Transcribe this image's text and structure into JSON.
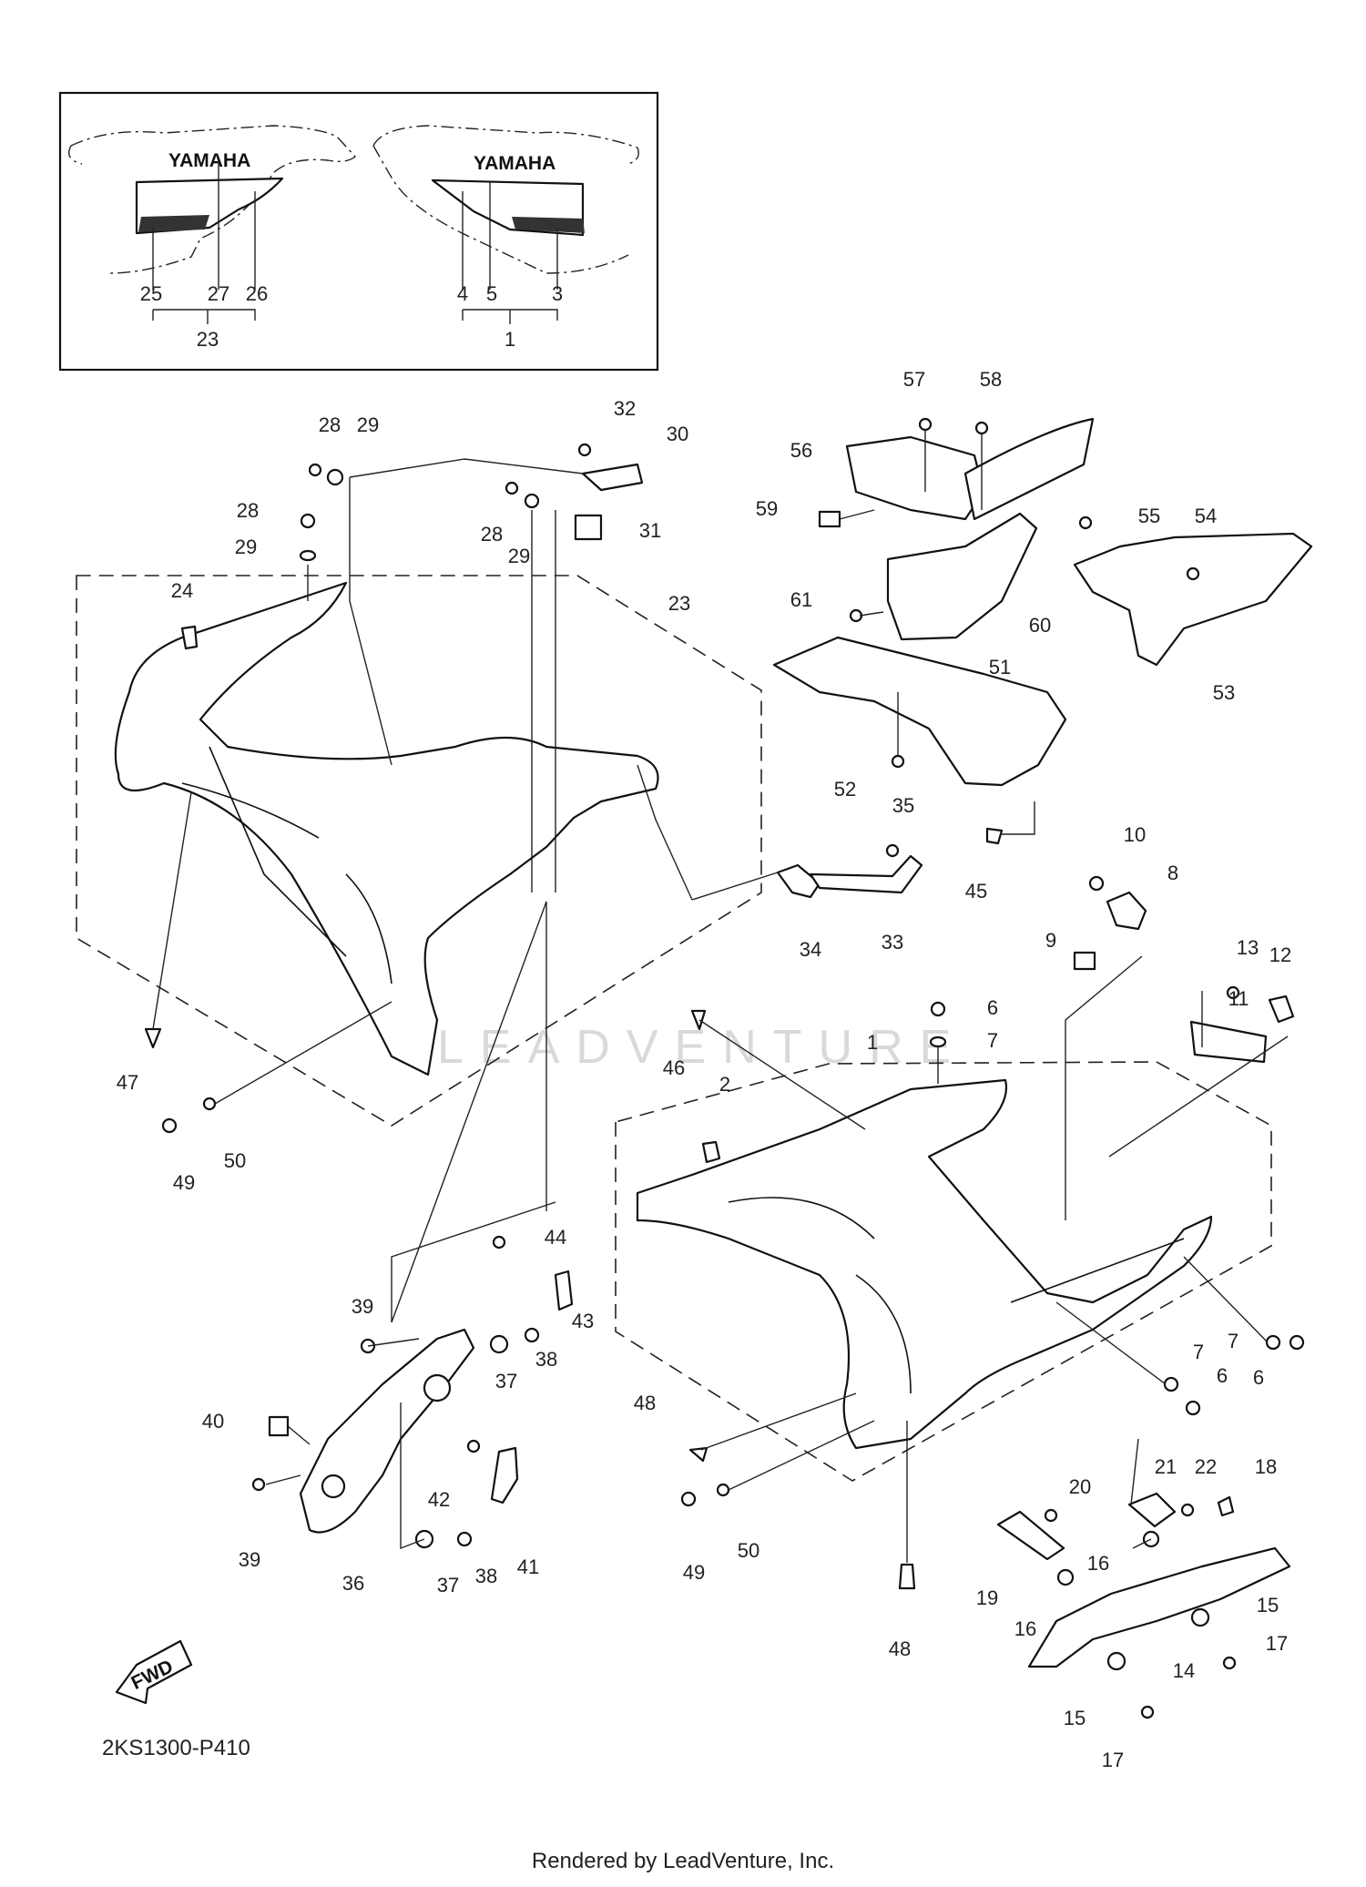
{
  "inset": {
    "logo_left": "YAMAHA",
    "logo_right": "YAMAHA"
  },
  "callouts": [
    {
      "id": "c25",
      "text": "25"
    },
    {
      "id": "c27",
      "text": "27"
    },
    {
      "id": "c26",
      "text": "26"
    },
    {
      "id": "c23a",
      "text": "23"
    },
    {
      "id": "c4",
      "text": "4"
    },
    {
      "id": "c5",
      "text": "5"
    },
    {
      "id": "c3",
      "text": "3"
    },
    {
      "id": "c1a",
      "text": "1"
    },
    {
      "id": "c28a",
      "text": "28"
    },
    {
      "id": "c29a",
      "text": "29"
    },
    {
      "id": "c28b",
      "text": "28"
    },
    {
      "id": "c29b",
      "text": "29"
    },
    {
      "id": "c32",
      "text": "32"
    },
    {
      "id": "c30",
      "text": "30"
    },
    {
      "id": "c28c",
      "text": "28"
    },
    {
      "id": "c29c",
      "text": "29"
    },
    {
      "id": "c31",
      "text": "31"
    },
    {
      "id": "c24",
      "text": "24"
    },
    {
      "id": "c23b",
      "text": "23"
    },
    {
      "id": "c47",
      "text": "47"
    },
    {
      "id": "c49a",
      "text": "49"
    },
    {
      "id": "c50a",
      "text": "50"
    },
    {
      "id": "c57",
      "text": "57"
    },
    {
      "id": "c58",
      "text": "58"
    },
    {
      "id": "c56",
      "text": "56"
    },
    {
      "id": "c59",
      "text": "59"
    },
    {
      "id": "c55",
      "text": "55"
    },
    {
      "id": "c54",
      "text": "54"
    },
    {
      "id": "c61",
      "text": "61"
    },
    {
      "id": "c60",
      "text": "60"
    },
    {
      "id": "c53",
      "text": "53"
    },
    {
      "id": "c51",
      "text": "51"
    },
    {
      "id": "c52",
      "text": "52"
    },
    {
      "id": "c35",
      "text": "35"
    },
    {
      "id": "c45",
      "text": "45"
    },
    {
      "id": "c10",
      "text": "10"
    },
    {
      "id": "c8",
      "text": "8"
    },
    {
      "id": "c9",
      "text": "9"
    },
    {
      "id": "c13",
      "text": "13"
    },
    {
      "id": "c12",
      "text": "12"
    },
    {
      "id": "c11",
      "text": "11"
    },
    {
      "id": "c34",
      "text": "34"
    },
    {
      "id": "c33",
      "text": "33"
    },
    {
      "id": "c6a",
      "text": "6"
    },
    {
      "id": "c7a",
      "text": "7"
    },
    {
      "id": "c46",
      "text": "46"
    },
    {
      "id": "c1b",
      "text": "1"
    },
    {
      "id": "c2",
      "text": "2"
    },
    {
      "id": "c44",
      "text": "44"
    },
    {
      "id": "c39a",
      "text": "39"
    },
    {
      "id": "c38a",
      "text": "38"
    },
    {
      "id": "c43",
      "text": "43"
    },
    {
      "id": "c37a",
      "text": "37"
    },
    {
      "id": "c40",
      "text": "40"
    },
    {
      "id": "c48a",
      "text": "48"
    },
    {
      "id": "c7b",
      "text": "7"
    },
    {
      "id": "c7c",
      "text": "7"
    },
    {
      "id": "c6b",
      "text": "6"
    },
    {
      "id": "c6c",
      "text": "6"
    },
    {
      "id": "c21",
      "text": "21"
    },
    {
      "id": "c22",
      "text": "22"
    },
    {
      "id": "c18",
      "text": "18"
    },
    {
      "id": "c20",
      "text": "20"
    },
    {
      "id": "c42",
      "text": "42"
    },
    {
      "id": "c39b",
      "text": "39"
    },
    {
      "id": "c41",
      "text": "41"
    },
    {
      "id": "c36",
      "text": "36"
    },
    {
      "id": "c37b",
      "text": "37"
    },
    {
      "id": "c38b",
      "text": "38"
    },
    {
      "id": "c49b",
      "text": "49"
    },
    {
      "id": "c50b",
      "text": "50"
    },
    {
      "id": "c16a",
      "text": "16"
    },
    {
      "id": "c19",
      "text": "19"
    },
    {
      "id": "c16b",
      "text": "16"
    },
    {
      "id": "c15a",
      "text": "15"
    },
    {
      "id": "c48b",
      "text": "48"
    },
    {
      "id": "c17a",
      "text": "17"
    },
    {
      "id": "c14",
      "text": "14"
    },
    {
      "id": "c15b",
      "text": "15"
    },
    {
      "id": "c17b",
      "text": "17"
    }
  ],
  "fwd_label": "FWD",
  "diagram_code": "2KS1300-P410",
  "footer": "Rendered by LeadVenture, Inc.",
  "watermark": "LEADVENTURE"
}
